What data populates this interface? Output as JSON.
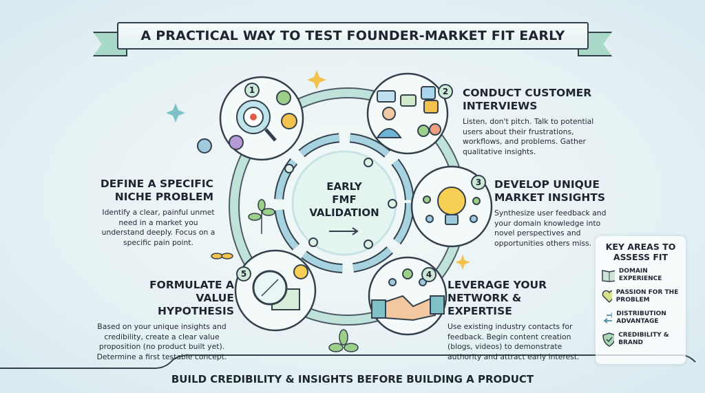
{
  "title": "A PRACTICAL WAY TO TEST FOUNDER-MARKET FIT EARLY",
  "center": {
    "line1": "EARLY",
    "line2": "FMF",
    "line3": "VALIDATION"
  },
  "steps": [
    {
      "number": "1",
      "heading": "DEFINE A SPECIFIC NICHE PROBLEM",
      "body": "Identify a clear, painful unmet need in a market you understand deeply. Focus on a specific pain point.",
      "icon": "target-magnifier-gears-icon"
    },
    {
      "number": "2",
      "heading": "CONDUCT CUSTOMER INTERVIEWS",
      "body": "Listen, don't pitch. Talk to potential users about their frustrations, workflows, and problems. Gather qualitative insights.",
      "icon": "interview-speech-bubbles-icon"
    },
    {
      "number": "3",
      "heading": "DEVELOP UNIQUE MARKET INSIGHTS",
      "body": "Synthesize user feedback and your domain knowledge into novel perspectives and opportunities others miss.",
      "icon": "lightbulb-network-icon"
    },
    {
      "number": "4",
      "heading": "LEVERAGE YOUR NETWORK & EXPERTISE",
      "body": "Use existing industry contacts for feedback. Begin content creation (blogs, videos) to demonstrate authority and attract early interest.",
      "icon": "handshake-network-icon"
    },
    {
      "number": "5",
      "heading": "FORMULATE A VALUE HYPOTHESIS",
      "body": "Based on your unique insights and credibility, create a clear value proposition (no product built yet). Determine a first testable concept.",
      "icon": "compass-map-icon"
    }
  ],
  "key_areas": {
    "title": "KEY AREAS TO ASSESS FIT",
    "items": [
      {
        "label": "DOMAIN EXPERIENCE",
        "icon": "book-icon"
      },
      {
        "label": "PASSION FOR THE PROBLEM",
        "icon": "heart-icon"
      },
      {
        "label": "DISTRIBUTION ADVANTAGE",
        "icon": "arrows-exchange-icon"
      },
      {
        "label": "CREDIBILITY & BRAND",
        "icon": "shield-check-icon"
      }
    ]
  },
  "footer": "BUILD CREDIBILITY & INSIGHTS BEFORE BUILDING A PRODUCT",
  "colors": {
    "ring": "#9fcfd9",
    "accent_green": "#a8d9c9",
    "text": "#1d2530"
  }
}
